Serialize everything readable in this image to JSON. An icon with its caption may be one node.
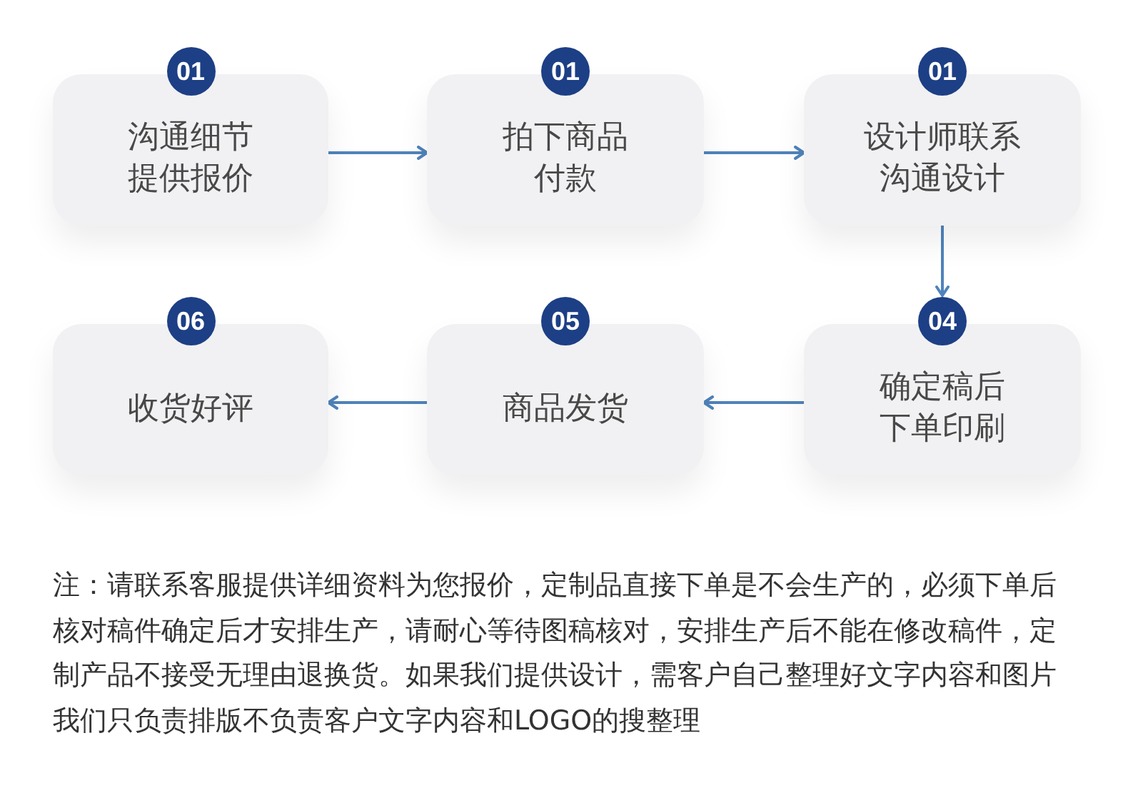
{
  "diagram": {
    "nodes": [
      {
        "text": [
          "01",
          "沟通细节提供报价"
        ]
      },
      {
        "text": [
          "01",
          "拍下商品付款"
        ]
      },
      {
        "text": [
          "01",
          "设计师联系沟通设计"
        ]
      },
      {
        "text": [
          "04",
          "确定稿后下单印刷"
        ]
      },
      {
        "text": [
          "05",
          "商品发货"
        ]
      },
      {
        "text": [
          "06",
          "收货好评"
        ]
      }
    ],
    "edges": [
      {
        "from": 0,
        "to": 1,
        "arrow": "to"
      },
      {
        "from": 1,
        "to": 2,
        "arrow": "to"
      },
      {
        "from": 2,
        "to": 3,
        "arrow": "to"
      },
      {
        "from": 3,
        "to": 4,
        "arrow": "to"
      },
      {
        "from": 4,
        "to": 5,
        "arrow": "to"
      }
    ],
    "labels": [
      "注：请联系客服提供详细资料为您报价，定制品直接下单是不会生产的，必须下单后核对稿件确定后才安排生产，请耐心等待图稿核对，安排生产后不能在修改稿件，定制产品不接受无理由退换货。如果我们提供设计，需客户自己整理好文字内容和图片我们只负责排版不负责客户文字内容和LOGO的搜整理"
    ]
  }
}
